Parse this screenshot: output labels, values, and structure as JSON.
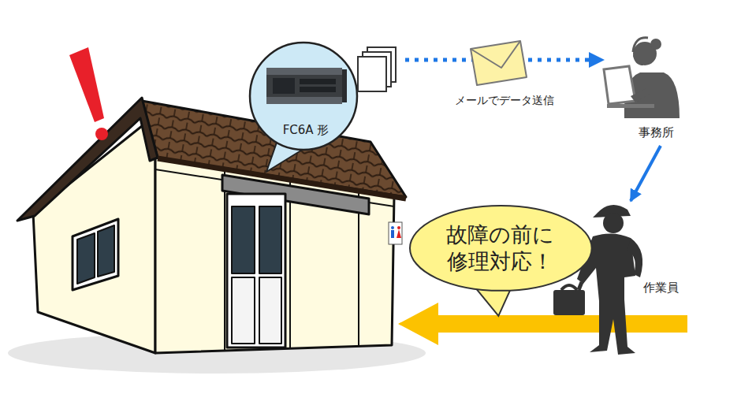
{
  "diagram": {
    "nodes": [
      {
        "text": [
          "FC6A 形"
        ]
      },
      {
        "text": [
          "事務所"
        ]
      },
      {
        "text": [
          "作業員"
        ]
      },
      {
        "text": [
          "故障の前に 修理対応！"
        ]
      }
    ],
    "edges": [
      {
        "from": 0,
        "to": 1,
        "arrow": "to",
        "label": "メールでデータ送信"
      },
      {
        "from": 1,
        "to": 2,
        "arrow": "to"
      }
    ]
  }
}
